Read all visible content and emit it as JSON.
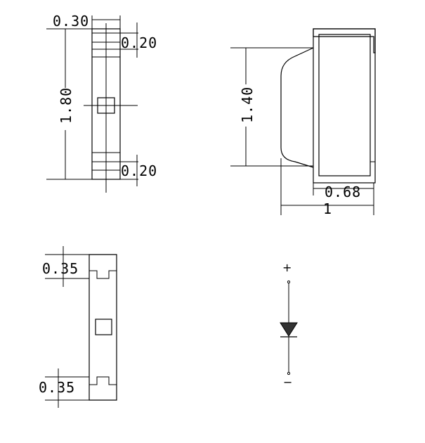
{
  "drawing": {
    "front_view": {
      "width_label": "0.30",
      "height_label": "1.80",
      "top_band_label": "0.20",
      "bottom_band_label": "0.20"
    },
    "side_view": {
      "height_label": "1.40",
      "body_width_label": "0.68",
      "total_width_label": "1"
    },
    "bottom_view": {
      "top_pad_label": "0.35",
      "bottom_pad_label": "0.35"
    },
    "symbol": {
      "anode_label": "+",
      "cathode_label": "−"
    }
  }
}
